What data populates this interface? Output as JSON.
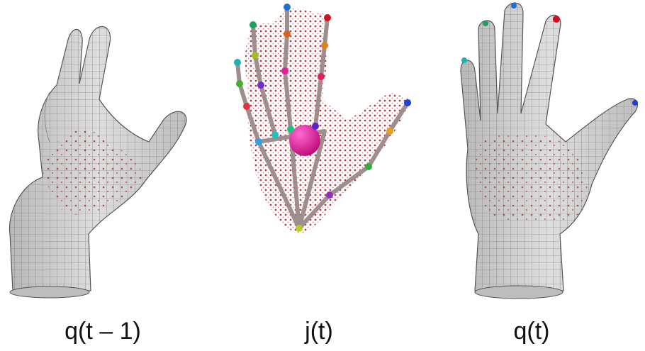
{
  "captions": {
    "left": "q(t – 1)",
    "middle": "j(t)",
    "right": "q(t)"
  },
  "colors": {
    "skin": "#d2d2d2",
    "mesh_line": "#6a6a6a",
    "point_cloud": "#b0202a",
    "bone": "#a89898",
    "palm_center": "#e0209a"
  }
}
